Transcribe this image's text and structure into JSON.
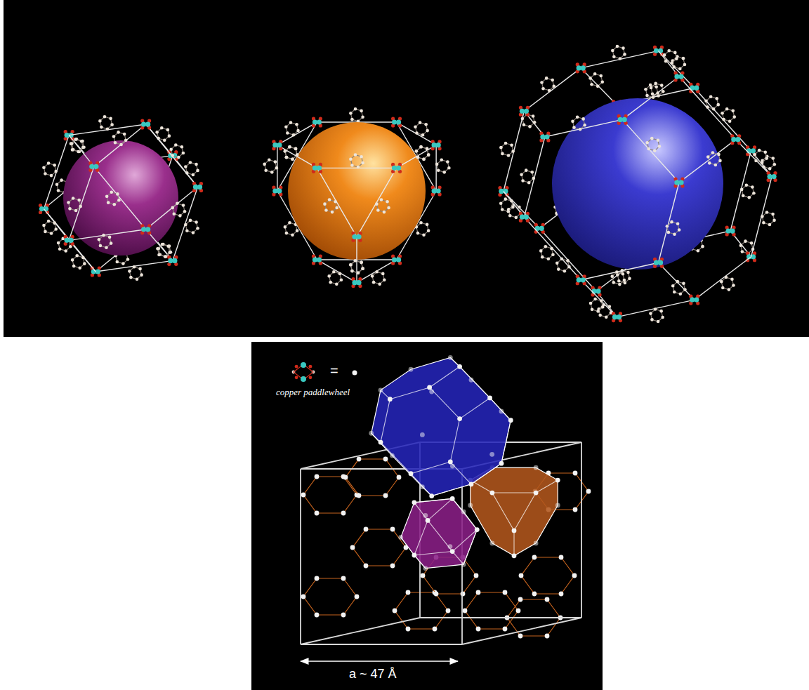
{
  "diagram": {
    "labels": [
      "copper paddlewheel",
      "=",
      "a ~ 47 Å"
    ]
  }
}
